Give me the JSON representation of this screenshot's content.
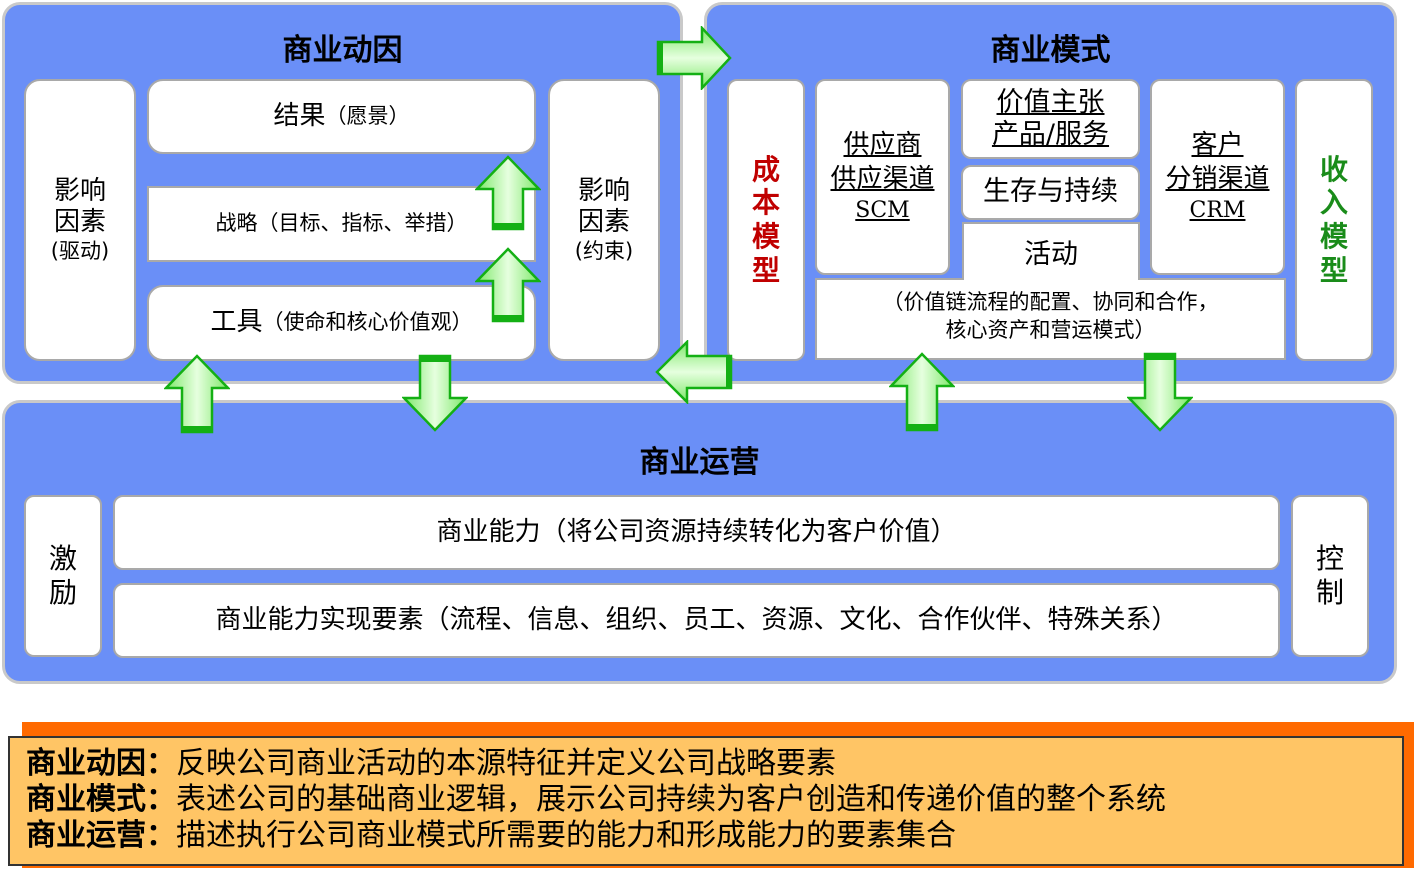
{
  "drivers": {
    "title": "商业动因",
    "left_factor": [
      "影响",
      "因素",
      "(驱动)"
    ],
    "right_factor": [
      "影响",
      "因素",
      "(约束)"
    ],
    "results": {
      "main": "结果",
      "sub": "（愿景）"
    },
    "strategy": {
      "main": "战略",
      "sub": "（目标、指标、举措）"
    },
    "tools": {
      "main": "工具",
      "sub": "（使命和核心价值观）"
    }
  },
  "model": {
    "title": "商业模式",
    "cost_model": [
      "成",
      "本",
      "模",
      "型"
    ],
    "revenue_model": [
      "收",
      "入",
      "模",
      "型"
    ],
    "supply": [
      "供应商",
      "供应渠道",
      "SCM"
    ],
    "value_prop": [
      "价值主张",
      "产品/服务"
    ],
    "sustain": "生存与持续",
    "activity": "活动",
    "activity_desc": [
      "（价值链流程的配置、协同和合作，",
      "核心资产和营运模式）"
    ],
    "customer": [
      "客户",
      "分销渠道",
      "CRM"
    ]
  },
  "operations": {
    "title": "商业运营",
    "left": [
      "激",
      "励"
    ],
    "right": [
      "控",
      "制"
    ],
    "capability": "商业能力（将公司资源持续转化为客户价值）",
    "elements": "商业能力实现要素（流程、信息、组织、员工、资源、文化、合作伙伴、特殊关系）"
  },
  "legend": [
    {
      "term": "商业动因：",
      "desc": "反映公司商业活动的本源特征并定义公司战略要素"
    },
    {
      "term": "商业模式：",
      "desc": "表述公司的基础商业逻辑，展示公司持续为客户创造和传递价值的整个系统"
    },
    {
      "term": "商业运营：",
      "desc": "描述执行公司商业模式所需要的能力和形成能力的要素集合"
    }
  ],
  "colors": {
    "panel": "#6a8ff7",
    "arrow": "#b6f7a4",
    "cost": "#c00000",
    "revenue": "#1a8c1a",
    "legend_bg": "#ffc565",
    "legend_shadow": "#ff6a00"
  },
  "icons": {
    "flow_arrows": "green-block-arrow"
  }
}
